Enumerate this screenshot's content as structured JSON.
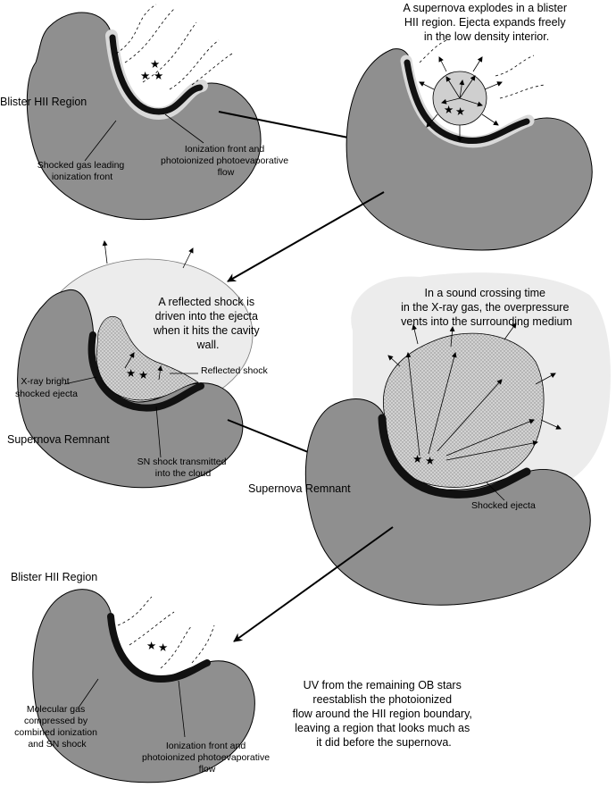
{
  "panel1": {
    "title": "Blister HII Region",
    "label_shocked_gas": [
      "Shocked gas leading",
      "ionization front"
    ],
    "label_ionization_front": [
      "Ionization front and",
      "photoionized photoevaporative",
      "flow"
    ]
  },
  "panel2": {
    "caption": [
      "A supernova explodes in a blister",
      "HII region.  Ejecta expands freely",
      "in the low density interior."
    ]
  },
  "panel3": {
    "caption": [
      "A reflected shock is",
      "driven into the ejecta",
      "when it hits the cavity",
      "wall."
    ],
    "label_xray": [
      "X-ray bright",
      "shocked ejecta"
    ],
    "label_reflected": "Reflected shock",
    "title": "Supernova Remnant",
    "label_sn_shock": [
      "SN shock transmitted",
      "into the cloud"
    ]
  },
  "panel4": {
    "caption": [
      "In a sound crossing time",
      "in the X-ray gas, the overpressure",
      "vents into the surrounding medium"
    ],
    "title": "Supernova Remnant",
    "label_shocked_ejecta": "Shocked ejecta"
  },
  "panel5": {
    "title": "Blister HII Region",
    "label_molecular": [
      "Molecular gas",
      "compressed by",
      "combined ionization",
      "and SN shock"
    ],
    "label_ionization_front": [
      "Ionization front and",
      "photoionized photoevaporative",
      "flow"
    ],
    "caption": [
      "UV from the remaining OB stars",
      "reestablish the photoionized",
      "flow around the HII region boundary,",
      "leaving a region that looks much  as",
      "it did before the supernova."
    ]
  },
  "colors": {
    "cloud": "#8f8f8f",
    "front": "#111111",
    "halo_light": "#ececec",
    "ejecta": "#cfcfcf"
  },
  "stars": "★"
}
